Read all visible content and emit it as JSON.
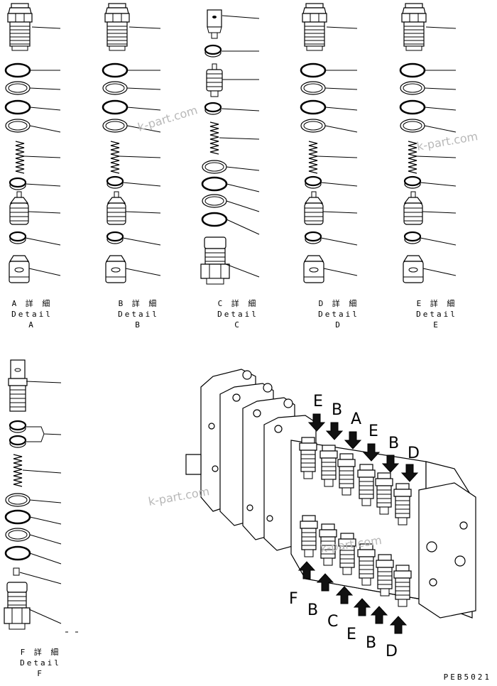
{
  "details": [
    {
      "id": "A",
      "title_jp": "A 詳 細",
      "title_en": "Detail A"
    },
    {
      "id": "B",
      "title_jp": "B 詳 細",
      "title_en": "Detail B"
    },
    {
      "id": "C",
      "title_jp": "C 詳 細",
      "title_en": "Detail C"
    },
    {
      "id": "D",
      "title_jp": "D 詳 細",
      "title_en": "Detail D"
    },
    {
      "id": "E",
      "title_jp": "E 詳 細",
      "title_en": "Detail E"
    },
    {
      "id": "F",
      "title_jp": "F 詳 細",
      "title_en": "Detail F"
    }
  ],
  "top_arrow_letters": [
    "E",
    "B",
    "A",
    "E",
    "B",
    "D"
  ],
  "bottom_arrow_letters": [
    "F",
    "B",
    "C",
    "E",
    "B",
    "D"
  ],
  "watermark": "k-part.com",
  "drawing_code": "PEB5021"
}
